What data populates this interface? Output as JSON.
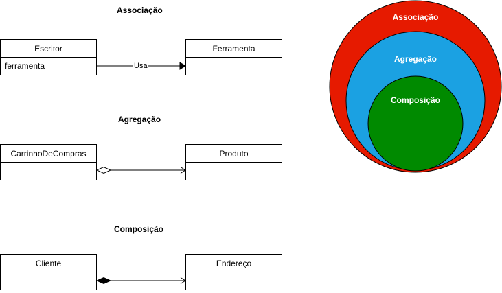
{
  "sections": {
    "association": {
      "title": "Associação",
      "left_class": {
        "name": "Escritor",
        "attribute": "ferramenta"
      },
      "right_class": {
        "name": "Ferramenta",
        "attribute": ""
      },
      "relation_label": "Usa"
    },
    "aggregation": {
      "title": "Agregação",
      "left_class": {
        "name": "CarrinhoDeCompras",
        "attribute": ""
      },
      "right_class": {
        "name": "Produto",
        "attribute": ""
      }
    },
    "composition": {
      "title": "Composição",
      "left_class": {
        "name": "Cliente",
        "attribute": ""
      },
      "right_class": {
        "name": "Endereço",
        "attribute": ""
      }
    }
  },
  "venn": {
    "outer_label": "Associação",
    "middle_label": "Agregação",
    "inner_label": "Composição",
    "colors": {
      "outer": "#e61a00",
      "middle": "#1ba1e2",
      "inner": "#008a00"
    }
  }
}
